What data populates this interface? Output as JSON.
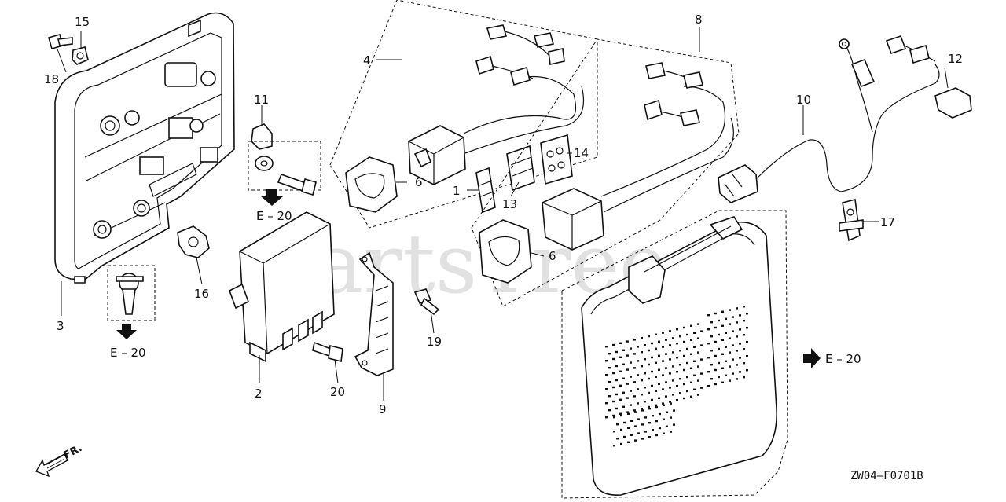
{
  "callouts": {
    "c1": "1",
    "c2": "2",
    "c3": "3",
    "c4": "4",
    "c6a": "6",
    "c6b": "6",
    "c8": "8",
    "c9": "9",
    "c10": "10",
    "c11": "11",
    "c12": "12",
    "c13": "13",
    "c14": "14",
    "c15": "15",
    "c16": "16",
    "c17": "17",
    "c18": "18",
    "c19": "19",
    "c20": "20"
  },
  "refs": {
    "r1": "E – 20",
    "r2": "E – 20",
    "r3": "E – 20"
  },
  "direction": "FR.",
  "watermark": "PartsTree",
  "diagram_code": "ZW04–F0701B"
}
